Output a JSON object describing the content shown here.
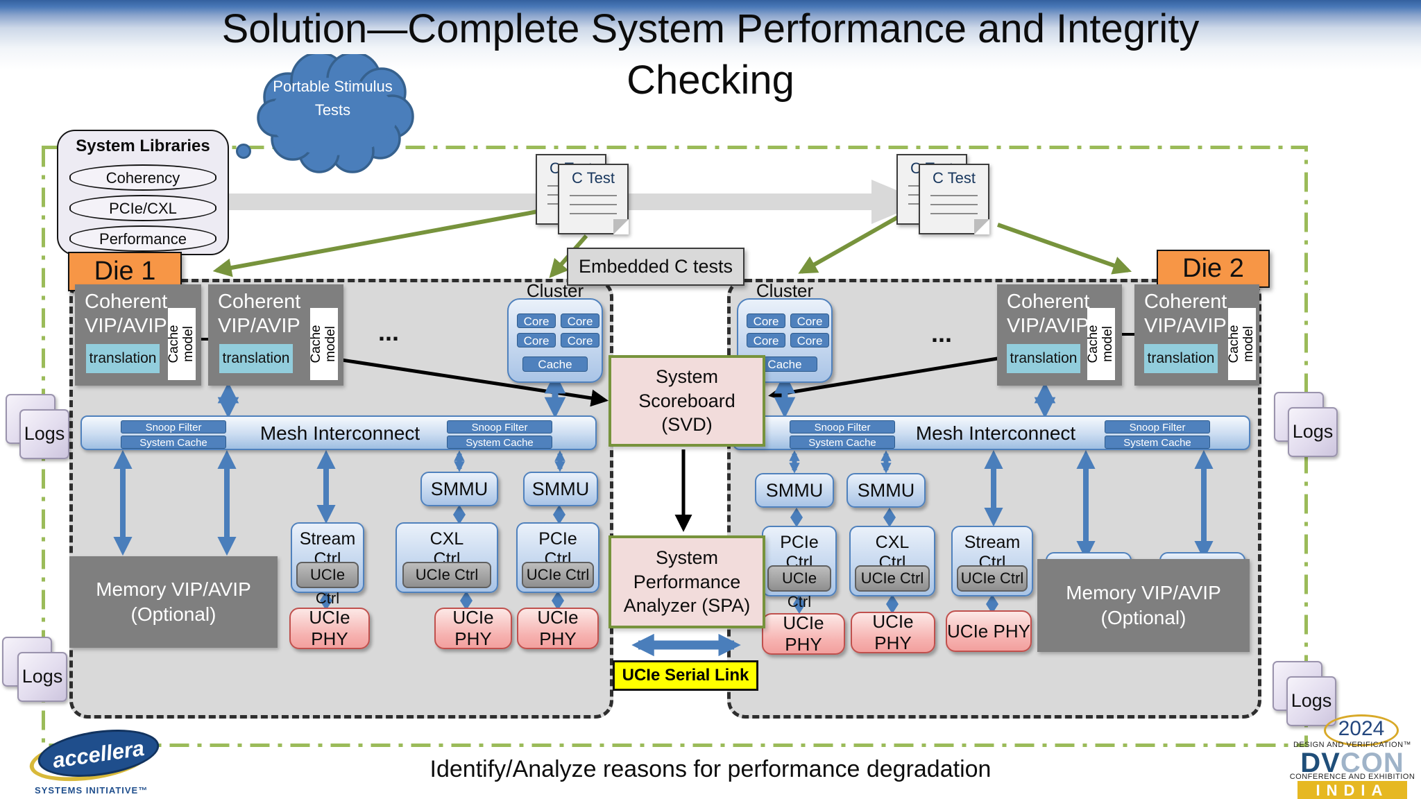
{
  "slide": {
    "title_line1": "Solution—Complete System Performance and Integrity",
    "title_line2": "Checking",
    "footer": "Identify/Analyze reasons for performance degradation"
  },
  "cloud": {
    "text": "Portable Stimulus Tests"
  },
  "system_libraries": {
    "title": "System Libraries",
    "items": [
      "Coherency",
      "PCIe/CXL",
      "Performance"
    ]
  },
  "die1_label": "Die 1",
  "die2_label": "Die 2",
  "labels": {
    "c_test": "C Test",
    "embedded_c_tests": "Embedded C tests",
    "coherent_vip": "Coherent VIP/AVIP",
    "translation": "translation",
    "cache_model": "Cache model",
    "cluster": "Cluster",
    "core": "Core",
    "cache": "Cache",
    "ellipsis": "...",
    "mesh_interconnect": "Mesh Interconnect",
    "snoop_filter": "Snoop Filter",
    "system_cache": "System Cache",
    "smmu": "SMMU",
    "stream_ctrl": "Stream Ctrl",
    "cxl_ctrl": "CXL Ctrl",
    "pcie_ctrl": "PCIe Ctrl",
    "ucie_ctrl": "UCIe Ctrl",
    "ucie_phy": "UCIe PHY",
    "memory_vip": "Memory VIP/AVIP (Optional)",
    "system_scoreboard": "System Scoreboard (SVD)",
    "system_performance_analyzer": "System Performance Analyzer (SPA)",
    "ucie_serial_link": "UCIe Serial Link",
    "logs": "Logs"
  },
  "logos": {
    "accellera_name": "accellera",
    "accellera_tagline": "SYSTEMS INITIATIVE™",
    "dvcon_year": "2024",
    "dvcon_tagline_top": "DESIGN AND VERIFICATION™",
    "dvcon_dv": "DV",
    "dvcon_con": "CON",
    "dvcon_tagline_bottom": "CONFERENCE AND EXHIBITION",
    "dvcon_country": "INDIA"
  },
  "colors": {
    "die_label_bg": "#F79646",
    "block_gray": "#7F7F7F",
    "translation_bg": "#92CDDC",
    "blue_accent": "#4F81BD",
    "green_accent": "#77933C",
    "pink_panel": "#F2DCDB",
    "phy_pink": "#F2A5A5",
    "serial_link_bg": "#FFFF00",
    "region_bg": "#D9D9D9",
    "border_green": "#9BBB59"
  }
}
